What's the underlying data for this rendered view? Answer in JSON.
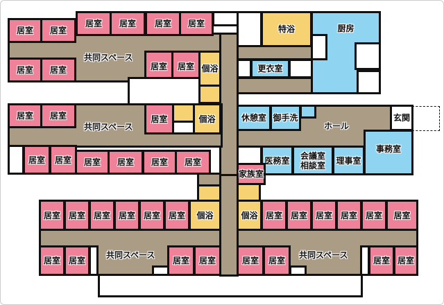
{
  "labels": {
    "room": "居室",
    "common_space": "共同スペース",
    "private_bath": "個浴",
    "special_bath": "特浴",
    "kitchen": "厨房",
    "changing_room": "更衣室",
    "rest_room": "休憩室",
    "toilet": "御手洗",
    "hall": "ホール",
    "entrance": "玄関",
    "office": "事務室",
    "medical_room": "医務室",
    "meeting_room": "会議室",
    "consultation_room": "相談室",
    "director_room": "理事室",
    "family_room": "家族室"
  },
  "colors": {
    "resident_room": "#EF8199",
    "common": "#AB9C86",
    "bath": "#F6D273",
    "staff": "#8FD5F1"
  }
}
